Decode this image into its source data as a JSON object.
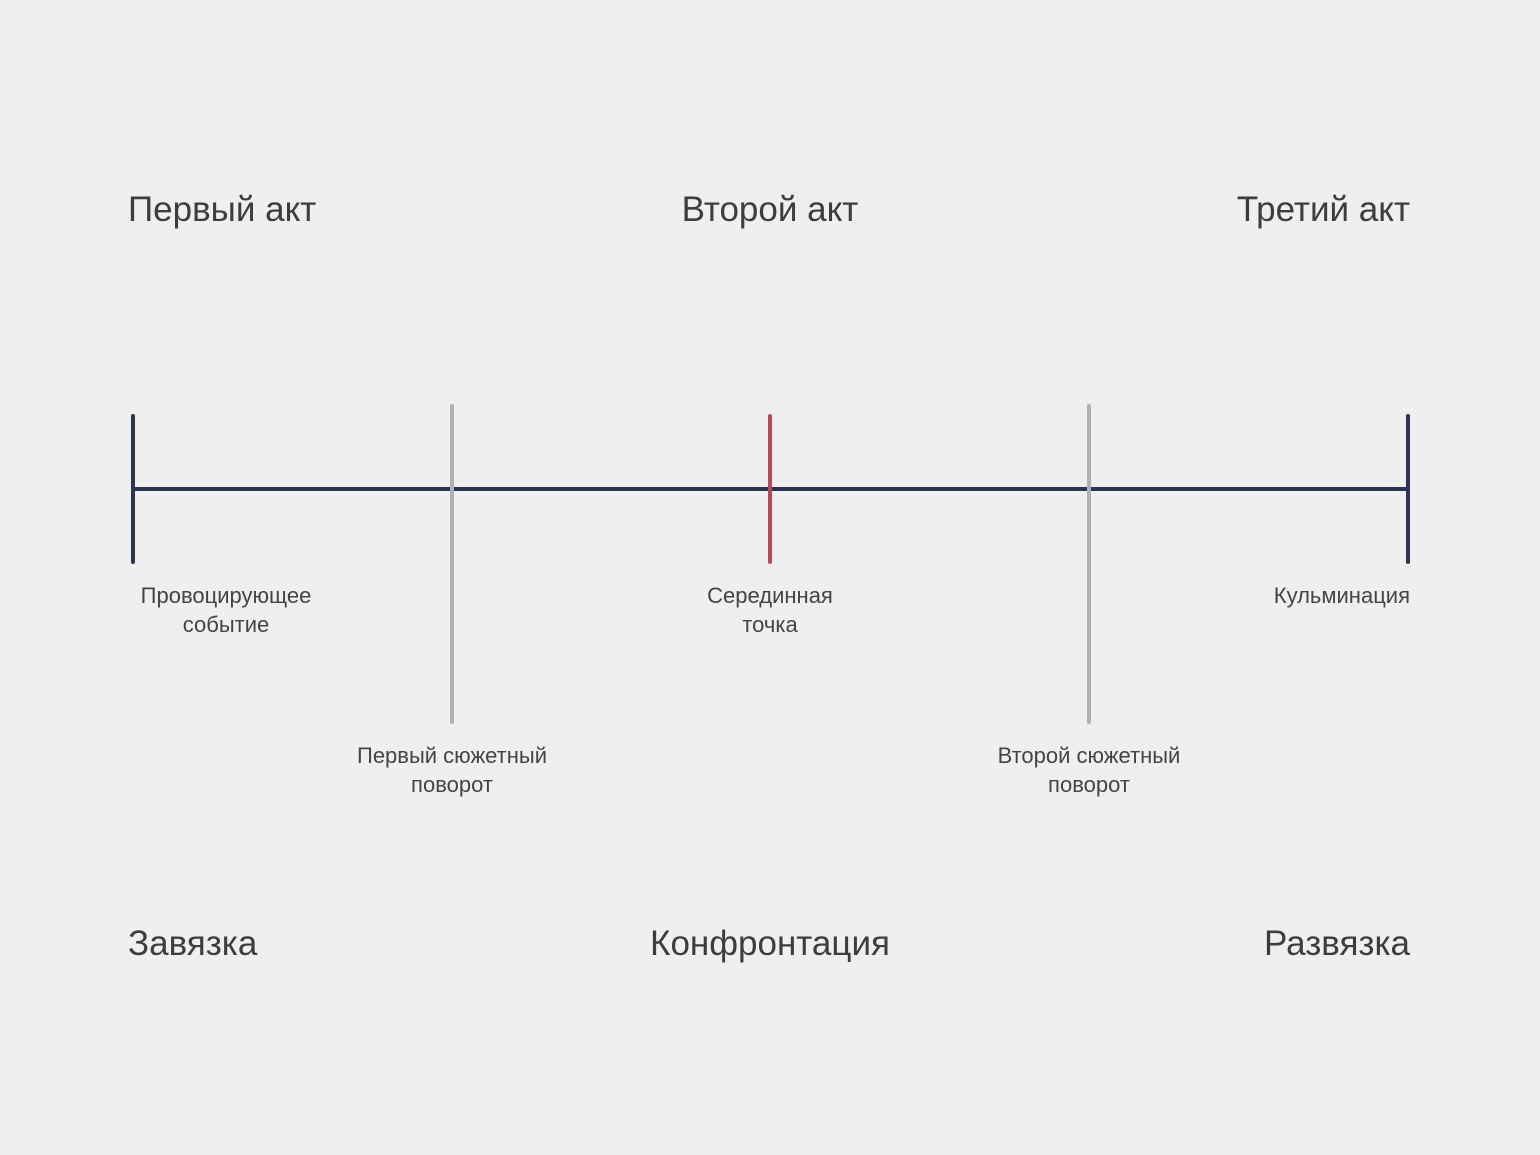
{
  "acts": [
    "Первый акт",
    "Второй акт",
    "Третий акт"
  ],
  "phases": [
    "Завязка",
    "Конфронтация",
    "Развязка"
  ],
  "points": {
    "inciting": [
      "Провоцирующее",
      "событие"
    ],
    "plot_point_1": [
      "Первый сюжетный",
      "поворот"
    ],
    "midpoint": [
      "Серединная",
      "точка"
    ],
    "plot_point_2": [
      "Второй сюжетный",
      "поворот"
    ],
    "climax": [
      "Кульминация"
    ]
  },
  "colors": {
    "main": "#2a3550",
    "plot_point": "#b0b0b0",
    "midpoint": "#b84a5c",
    "background": "#efefef"
  }
}
